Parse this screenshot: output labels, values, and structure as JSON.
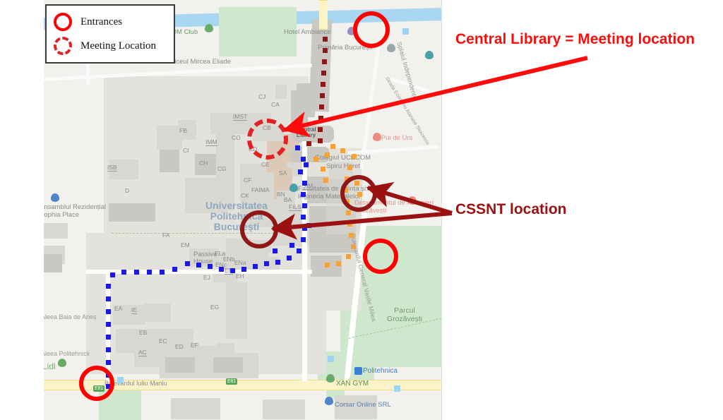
{
  "legend": {
    "title": "map-legend",
    "rows": [
      {
        "label": "Entrances",
        "style": "solid-red-circle"
      },
      {
        "label": "Meeting Location",
        "style": "dashed-red-circle"
      }
    ]
  },
  "annotations": [
    {
      "id": "library",
      "text": "Central Library = Meeting location",
      "color": "#FF0B0B"
    },
    {
      "id": "cssnt",
      "text": "CSSNT location",
      "color": "#9B1010"
    }
  ],
  "map": {
    "place_labels": [
      "Hotel Ambiance",
      "Primăria București",
      "Liceul Mircea Eliade",
      "IOM Club",
      "Pui de Urs",
      "Colegiul UCECOM",
      "Spiru Haret",
      "Facultatea de Știința și Ingineria Materialelor",
      "Detașamentul de Pompieri Grozăvești",
      "Parcul Grozăvești",
      "Universitatea Politehnica București",
      "Ansamblul Rezidențial Sophia Place",
      "Passive House",
      "Lidl",
      "XAN GYM",
      "Politehnica",
      "Corsar Online SRL",
      "Central Library"
    ],
    "street_labels": [
      "Bulevardul Iuliu Maniu",
      "Bulevardul General Vasile Milea",
      "Splaiul Independenței",
      "Aleea Baia de Arieș",
      "Aleea Politehnicii",
      "Strada Economu Atanase Stoicescu"
    ],
    "building_codes": [
      "IMST",
      "IMM",
      "CA",
      "CB",
      "CJ",
      "CO",
      "CD",
      "CE",
      "CF",
      "CG",
      "CH",
      "CI",
      "CK",
      "ISB",
      "D",
      "FA",
      "FB",
      "FAIMA",
      "SA",
      "BN",
      "AN",
      "SIM",
      "FILS",
      "EM",
      "ELa",
      "ENb",
      "ENc",
      "ENa",
      "EN",
      "EH",
      "EJ",
      "EG",
      "EA",
      "IE",
      "EB",
      "EC",
      "ED",
      "EF",
      "AC",
      "BA"
    ],
    "meeting_marker_label": "Central Library",
    "route_colors": {
      "blue": "#1A1AE0",
      "orange": "#F2A33C",
      "dark_red": "#8F1717"
    },
    "entrance_circle_color": "#FF0000",
    "meeting_circle_color": "#E02222",
    "cssnt_circle_color": "#8F1717"
  }
}
